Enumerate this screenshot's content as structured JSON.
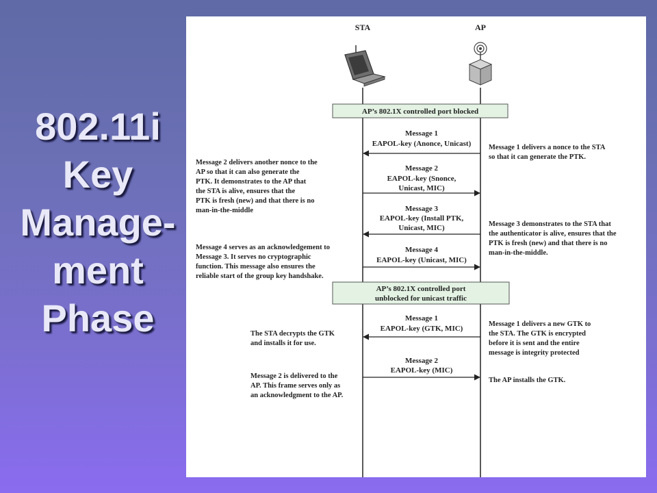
{
  "slide": {
    "title_lines": [
      "802.11i",
      "Key",
      "Manage-",
      "ment",
      "Phase"
    ]
  },
  "diagram": {
    "sta_label": "STA",
    "ap_label": "AP",
    "box_blocked": "AP’s 802.1X controlled port blocked",
    "box_unblocked_line1": "AP’s 802.1X controlled port",
    "box_unblocked_line2": "unblocked for unicast traffic",
    "messages": [
      {
        "line1": "Message 1",
        "line2": "EAPOL-key (Anonce, Unicast)",
        "line3": ""
      },
      {
        "line1": "Message 2",
        "line2": "EAPOL-key (Snonce,",
        "line3": "Unicast, MIC)"
      },
      {
        "line1": "Message 3",
        "line2": "EAPOL-key (Install PTK,",
        "line3": "Unicast, MIC)"
      },
      {
        "line1": "Message 4",
        "line2": "EAPOL-key (Unicast, MIC)",
        "line3": ""
      },
      {
        "line1": "Message 1",
        "line2": "EAPOL-key (GTK, MIC)",
        "line3": ""
      },
      {
        "line1": "Message 2",
        "line2": "EAPOL-key (MIC)",
        "line3": ""
      }
    ],
    "notes_left": [
      [
        "Message 2 delivers another nonce to the",
        "AP so that it can also generate the",
        "PTK. It demonstrates to the AP that",
        "the STA is alive, ensures that the",
        "PTK is fresh (new) and that there is no",
        "man-in-the-middle"
      ],
      [
        "Message 4 serves as an acknowledgement to",
        "Message 3. It serves no cryptographic",
        "function. This message also ensures the",
        "reliable start of the group key handshake."
      ],
      [
        "The STA decrypts the GTK",
        "and installs it for use."
      ],
      [
        "Message 2 is delivered to the",
        "AP. This frame serves only as",
        "an acknowledgment to the AP."
      ]
    ],
    "notes_right": [
      [
        "Message 1 delivers a nonce to the STA",
        "so that it can generate the PTK."
      ],
      [
        "Message 3 demonstrates to the STA that",
        "the authenticator is alive, ensures that the",
        "PTK is fresh (new) and that there is no",
        "man-in-the-middle."
      ],
      [
        "Message 1 delivers a new GTK to",
        "the STA. The GTK is encrypted",
        "before it is sent and the entire",
        "message is integrity protected"
      ],
      [
        "The AP installs the GTK."
      ]
    ],
    "colors": {
      "box_fill": "#e3f2e3",
      "box_stroke": "#555555",
      "line": "#222222"
    },
    "icons": {
      "sta": "laptop-icon",
      "ap": "access-point-icon"
    }
  }
}
